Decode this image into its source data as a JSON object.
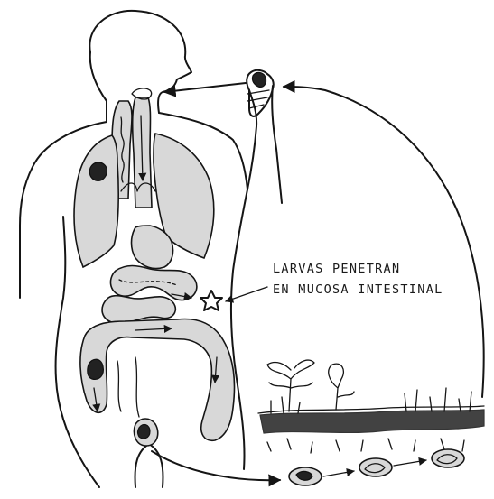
{
  "caption": {
    "line1": "LARVAS PENETRAN",
    "line2": "EN MUCOSA INTESTINAL"
  },
  "colors": {
    "ink": "#151515",
    "organ_fill": "#d8d8d8",
    "background": "#ffffff"
  },
  "icons": [
    "human-body-outline",
    "hand-icon",
    "lungs",
    "stomach",
    "intestines",
    "larva-star-icon",
    "soil",
    "plant",
    "egg",
    "arrow"
  ]
}
